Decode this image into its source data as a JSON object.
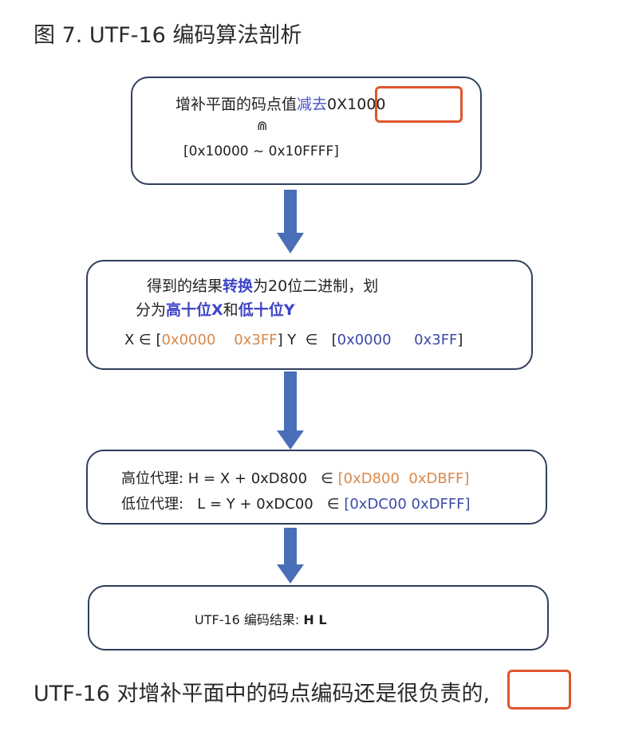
{
  "caption": "图 7. UTF-16 编码算法剖析",
  "box1": {
    "line1_text": "增补平面的码点值",
    "line1_highlight": "减去",
    "line1_value": "0X1000",
    "symbol": "⋒",
    "range": "[0x10000 ~ 0x10FFFF]"
  },
  "box2": {
    "line1_a": "得到的结果",
    "line1_b": "转换",
    "line1_c": "为20位二进制，划",
    "line2_a": "分为",
    "line2_b": "高十位X",
    "line2_c": "和",
    "line2_d": "低十位Y",
    "x_label": "X ∈ [",
    "x_range": "0x0000    0x3FF",
    "y_label": "] Y  ∈   [",
    "y_range": "0x0000     0x3FF",
    "y_close": "]"
  },
  "box3": {
    "high_label": "高位代理: H = X + 0xD800   ∈ ",
    "high_range": "[0xD800  0xDBFF]",
    "low_label": "低位代理:   L = Y + 0xDC00   ∈ ",
    "low_range": "[0xDC00 0xDFFF]"
  },
  "box4": {
    "label": "UTF-16 编码结果: ",
    "result": "H L"
  },
  "footer": {
    "text_before": "UTF-16 对增补平面中的码点编码还是很",
    "boxed": "负责",
    "text_after": "的,"
  },
  "colors": {
    "box_border": "#2f3f5c",
    "arrow": "#4a6fb8",
    "highlight_frame": "#e0552c",
    "orange_range": "#d9884a",
    "blue_text": "#3d44c8"
  }
}
